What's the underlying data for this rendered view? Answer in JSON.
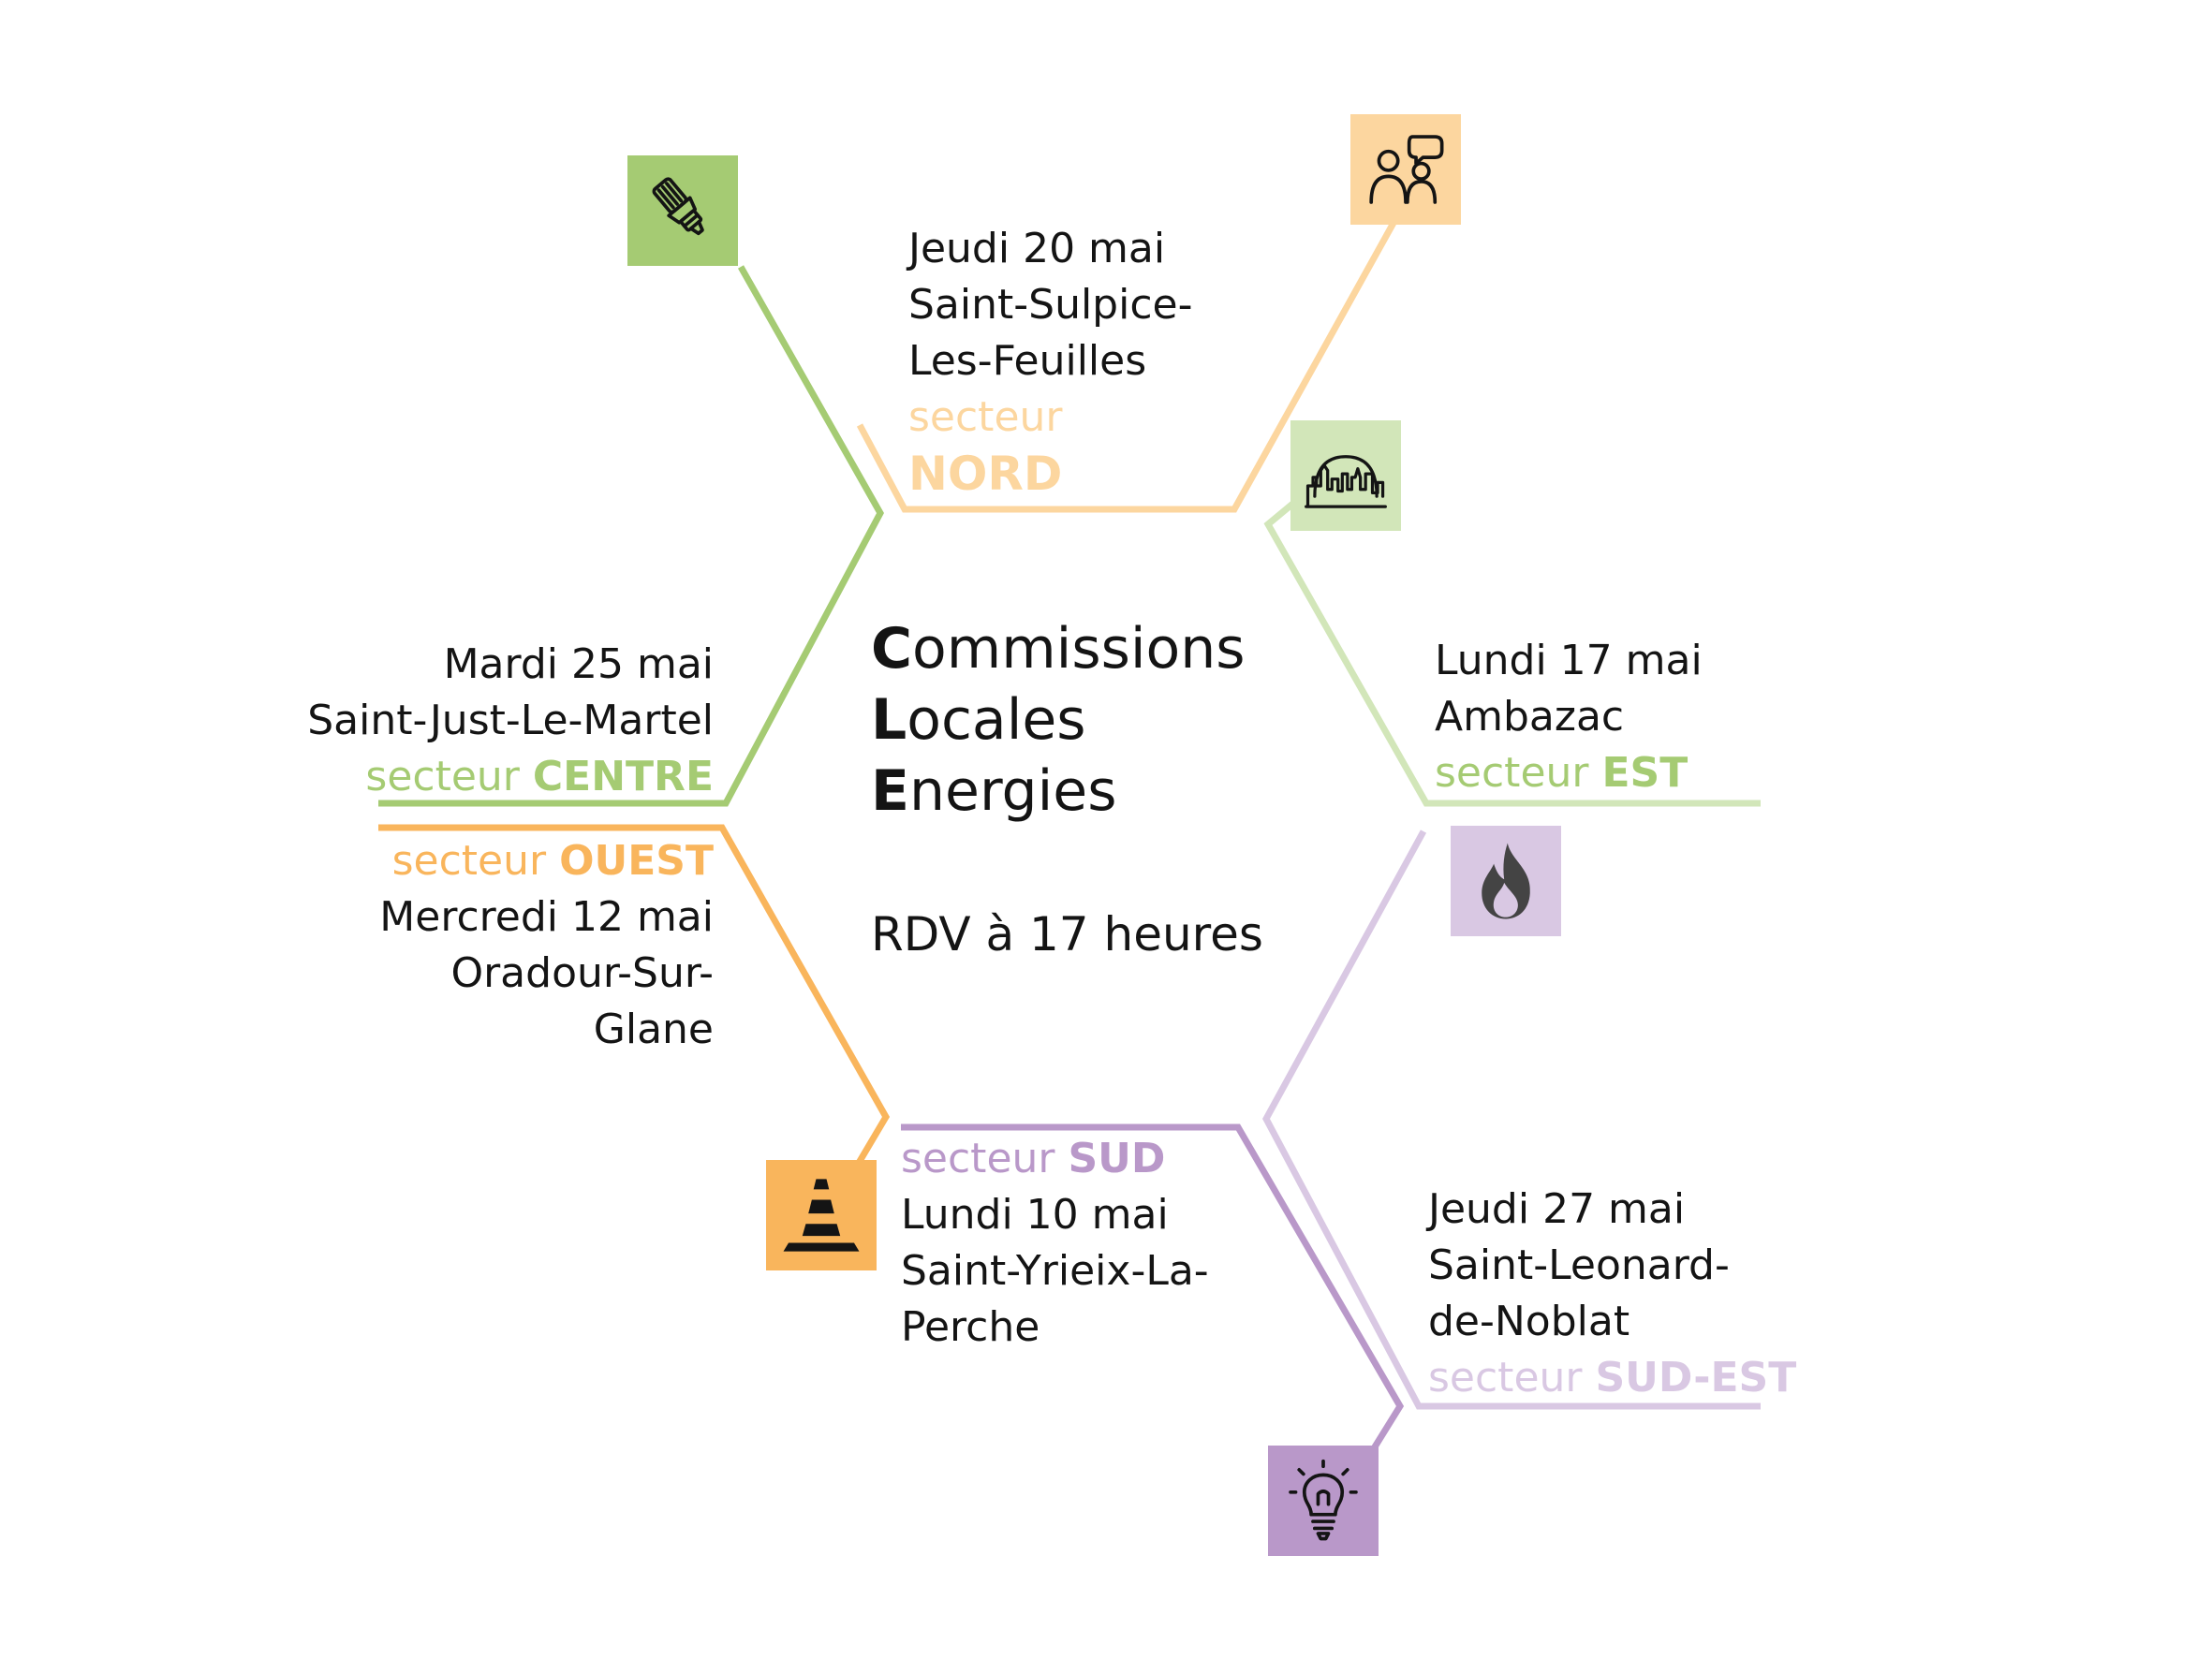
{
  "title": {
    "line1_initial": "C",
    "line1_rest": "ommissions",
    "line2_initial": "L",
    "line2_rest": "ocales",
    "line3_initial": "E",
    "line3_rest": "nergies"
  },
  "rdv": "RDV à 17 heures",
  "colors": {
    "green": "#a5cb73",
    "peach": "#fcd69f",
    "light_green": "#d2e6b9",
    "orange": "#f9b55c",
    "light_purple": "#d9c8e3",
    "purple": "#b998c9",
    "text": "#141414"
  },
  "sectors": {
    "nord": {
      "date": "Jeudi 20 mai",
      "place_line1": "Saint-Sulpice-",
      "place_line2": "Les-Feuilles",
      "label": "secteur",
      "name": "NORD"
    },
    "est": {
      "date": "Lundi 17 mai",
      "place_line1": "Ambazac",
      "label": "secteur",
      "name": "EST"
    },
    "centre": {
      "date": "Mardi 25 mai",
      "place_line1": "Saint-Just-Le-Martel",
      "label": "secteur",
      "name": "CENTRE"
    },
    "ouest": {
      "date": "Mercredi 12 mai",
      "place_line1": "Oradour-Sur-",
      "place_line2": "Glane",
      "label": "secteur",
      "name": "OUEST"
    },
    "sud": {
      "date": "Lundi 10 mai",
      "place_line1": "Saint-Yrieix-La-",
      "place_line2": "Perche",
      "label": "secteur",
      "name": "SUD"
    },
    "sud_est": {
      "date": "Jeudi 27 mai",
      "place_line1": "Saint-Leonard-",
      "place_line2": "de-Noblat",
      "label": "secteur",
      "name": "SUD-EST"
    }
  },
  "icons": {
    "green_box": "energy-saving-bulb-icon",
    "peach_box": "people-talking-icon",
    "light_green_box": "city-skyline-icon",
    "orange_box": "traffic-cone-icon",
    "light_purple_box": "flame-icon",
    "purple_box": "light-bulb-icon"
  }
}
